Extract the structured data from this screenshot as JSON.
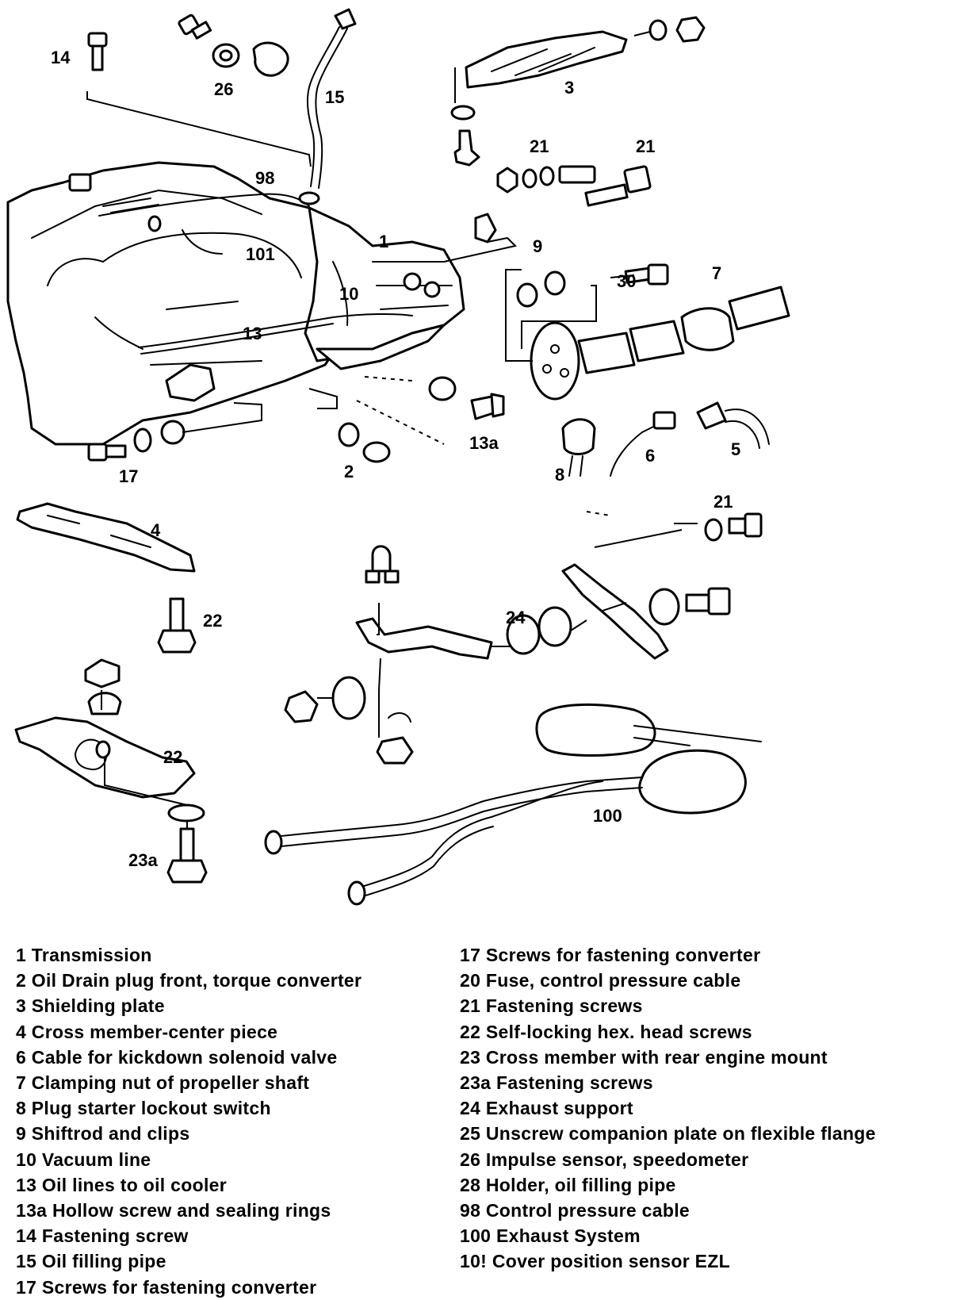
{
  "callouts": {
    "c14": "14",
    "c26": "26",
    "c15": "15",
    "c3": "3",
    "c21a": "21",
    "c21b": "21",
    "c98": "98",
    "c1": "1",
    "c9": "9",
    "c101": "101",
    "c7": "7",
    "c30": "30",
    "c10": "10",
    "c13": "13",
    "c13a": "13a",
    "c17": "17",
    "c2": "2",
    "c8": "8",
    "c6": "6",
    "c5": "5",
    "c4": "4",
    "c21c": "21",
    "c22a": "22",
    "c24": "24",
    "c22b": "22",
    "c100": "100",
    "c23a": "23a"
  },
  "legend": {
    "left": [
      "1 Transmission",
      "2 Oil Drain plug front, torque converter",
      "3 Shielding plate",
      "4 Cross member-center piece",
      "6 Cable for kickdown solenoid valve",
      "7 Clamping nut of propeller shaft",
      "8 Plug starter lockout switch",
      "9 Shiftrod and clips",
      "10 Vacuum line",
      "13 Oil lines to oil cooler",
      "13a Hollow screw and sealing rings",
      "14 Fastening screw",
      "15 Oil filling pipe",
      "17 Screws for fastening converter"
    ],
    "right": [
      "17 Screws for fastening converter",
      "20 Fuse, control pressure cable",
      "21 Fastening screws",
      "22 Self-locking hex. head screws",
      "23 Cross member with rear engine mount",
      "23a Fastening screws",
      "24 Exhaust support",
      "25 Unscrew companion plate on flexible flange",
      "26 Impulse sensor, speedometer",
      "28 Holder, oil filling pipe",
      "98 Control pressure cable",
      "100 Exhaust System",
      "10! Cover position sensor EZL"
    ]
  }
}
